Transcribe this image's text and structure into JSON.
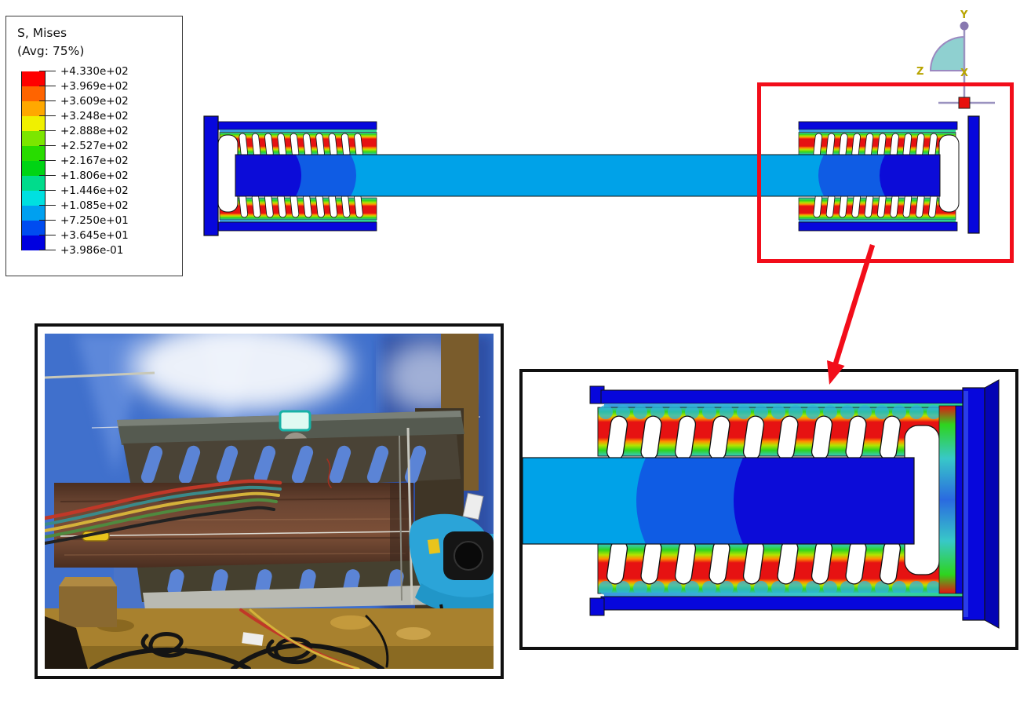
{
  "legend": {
    "title": "S, Mises",
    "subtitle": "(Avg: 75%)",
    "tick_labels": [
      "+4.330e+02",
      "+3.969e+02",
      "+3.609e+02",
      "+3.248e+02",
      "+2.888e+02",
      "+2.527e+02",
      "+2.167e+02",
      "+1.806e+02",
      "+1.446e+02",
      "+1.085e+02",
      "+7.250e+01",
      "+3.645e+01",
      "+3.986e-01"
    ],
    "band_colors": [
      "#ff0000",
      "#ff6400",
      "#ffa800",
      "#f0f000",
      "#7ce600",
      "#28dc00",
      "#00d414",
      "#00dc8c",
      "#00e0e0",
      "#00a0f0",
      "#004cf0",
      "#0000e0"
    ]
  },
  "triad": {
    "y_label": "Y",
    "z_label": "Z",
    "x_label": "X"
  },
  "colors": {
    "beam_light": "#00a2e8",
    "beam_mid": "#0f5ce4",
    "beam_dark": "#0c0cd8",
    "structure_blue": "#0707dc",
    "structure_blue_dark": "#0404b4",
    "endplate_edge": "#2a3cea",
    "stress_cyan": "#38c8c8",
    "stress_teal": "#2fb4d8",
    "stress_green": "#2ed41e",
    "stress_yellow": "#b4e400",
    "stress_orange": "#ff9000",
    "stress_red": "#e61212",
    "highlight_red": "#f20d1a",
    "box_border": "#101010",
    "legend_border": "#3a3a3a",
    "triad_label": "#b8a400",
    "triad_line": "#9b93c0",
    "triad_wedge": "#8fd0d0",
    "triad_marker": "#e8100c",
    "tarp_blue": "#4070cc",
    "tarp_fold": "#7aa0e8",
    "tarp_dark": "#2b4a9e",
    "slot_blue": "#5b84d6",
    "steel_plate": "#555a50",
    "steel_light": "#8a9088",
    "damper_dark": "#4a4336",
    "rust": "#6b4532",
    "rust_dark": "#4a2e20",
    "rust_light": "#96684a",
    "wood_post": "#7a5c2c",
    "column_dark": "#3f3526",
    "bench_wood": "#a8812e",
    "bench_dark": "#8a6a22",
    "block_wood": "#8a6930",
    "clamp_blue": "#2ba4d8",
    "clamp_dark": "#2196c8",
    "cyl_black": "#151515",
    "wire_red": "#c03828",
    "wire_yellow": "#d4b23a",
    "wire_green": "#4f8a3f",
    "wire_teal": "#3a8a8a",
    "cable_black": "#141414",
    "galv": "#b9bab2",
    "tag_cyan_bg": "#dffaf2",
    "tag_cyan_br": "#18b2a6",
    "tag_white": "#ededed",
    "warn_yellow": "#e8c41c",
    "shadow_dark": "#20180f"
  }
}
